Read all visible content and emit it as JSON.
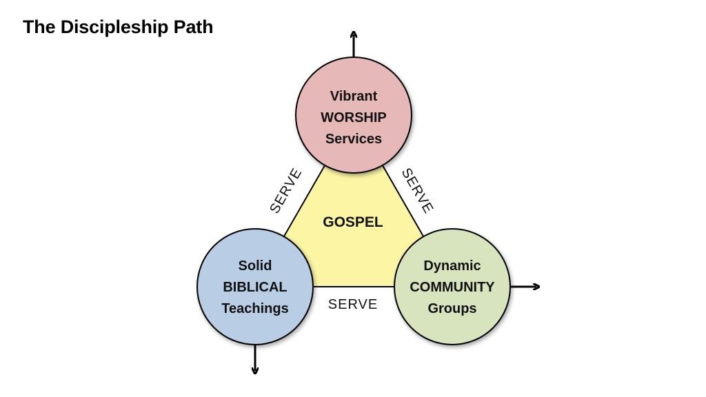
{
  "title": "The Discipleship Path",
  "center": {
    "label": "GOSPEL",
    "color": "#fbf5a4"
  },
  "nodes": {
    "worship": {
      "lines": [
        "Vibrant",
        "WORSHIP",
        "Services"
      ],
      "color": "#e6b8b8"
    },
    "biblical": {
      "lines": [
        "Solid",
        "BIBLICAL",
        "Teachings"
      ],
      "color": "#b9cde4"
    },
    "community": {
      "lines": [
        "Dynamic",
        "COMMUNITY",
        "Groups"
      ],
      "color": "#d7e4bd"
    }
  },
  "edges": {
    "left": "SERVE",
    "right": "SERVE",
    "bottom": "SERVE"
  },
  "stroke_color": "#000000"
}
